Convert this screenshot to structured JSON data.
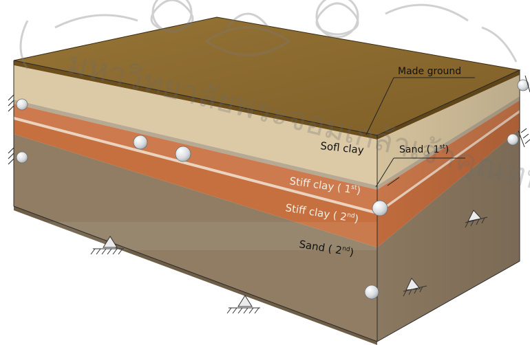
{
  "diagram": {
    "layers": [
      {
        "id": "made-ground",
        "label": "Made ground",
        "color": "#8a6a2e"
      },
      {
        "id": "soft-clay",
        "label": "Sofl clay",
        "color": "#d8c7a4"
      },
      {
        "id": "sand-1",
        "label": "Sand ( 1st)",
        "base": "Sand ( 1",
        "sup": "st",
        "tail": ")",
        "color": "#a79b87"
      },
      {
        "id": "stiff-clay-1",
        "label": "Stiff clay ( 1st)",
        "base": "Stiff clay ( 1",
        "sup": "st",
        "tail": ")",
        "color": "#c8744a"
      },
      {
        "id": "stiff-clay-2",
        "label": "Stiff clay ( 2nd)",
        "base": "Stiff clay ( 2",
        "sup": "nd",
        "tail": ")",
        "color": "#c8744a"
      },
      {
        "id": "sand-2",
        "label": "Sand ( 2nd)",
        "base": "Sand ( 2",
        "sup": "nd",
        "tail": ")",
        "color": "#8e7b62"
      }
    ],
    "colors": {
      "top_surface": "#8c6a2c",
      "watermark": "#8a8a8a",
      "roller": "#e6e8ea",
      "support": "#e8e8e8"
    },
    "watermark_text": "มหาวิทยาลัยพระจอมเกล้าเจ้าคุณทหาร"
  }
}
